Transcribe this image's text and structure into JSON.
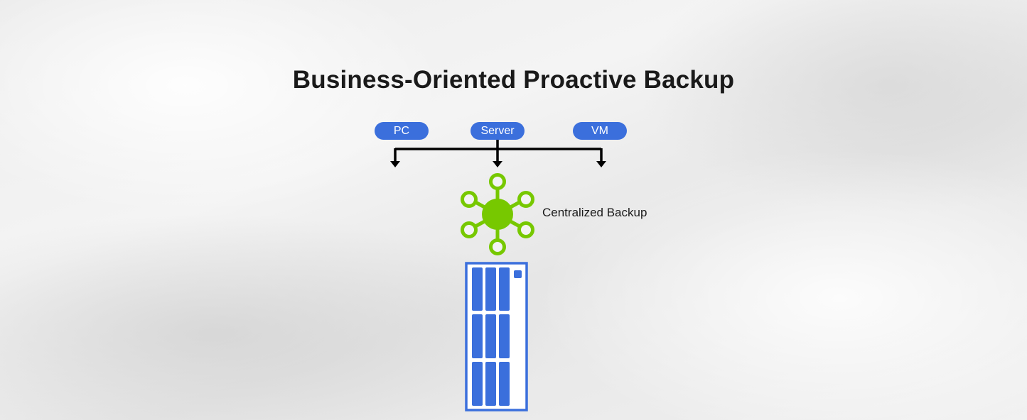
{
  "title": "Business-Oriented Proactive Backup",
  "sources": [
    {
      "label": "PC"
    },
    {
      "label": "Server"
    },
    {
      "label": "VM"
    }
  ],
  "hub": {
    "label": "Centralized Backup",
    "icon": "hub-network-icon",
    "color": "#77c800"
  },
  "storage": {
    "icon": "nas-server-icon",
    "color": "#3b6fdc"
  },
  "colors": {
    "pill": "#3b6fdc",
    "connector": "#000000",
    "hub": "#77c800"
  }
}
